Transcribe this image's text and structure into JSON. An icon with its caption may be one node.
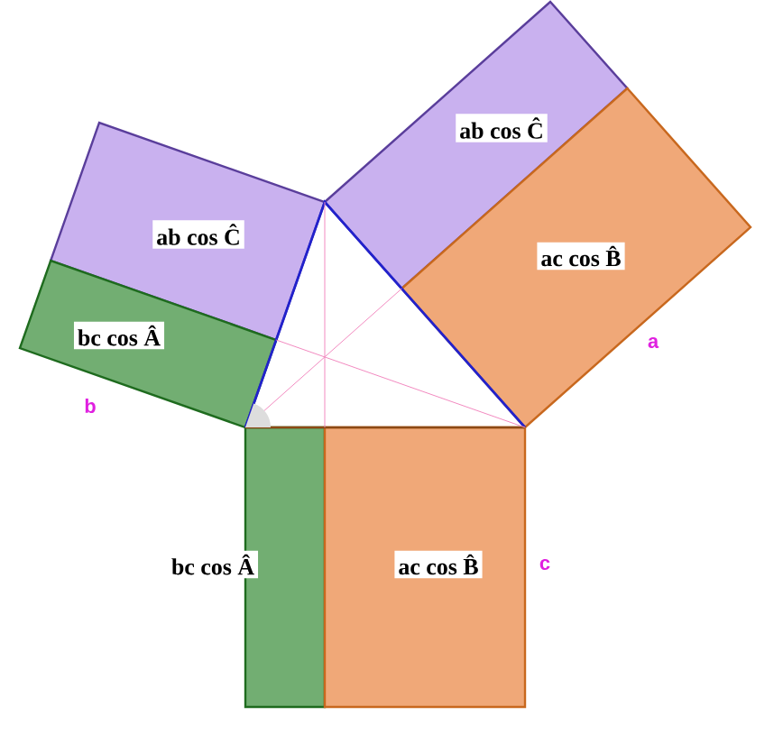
{
  "diagram": {
    "nodes": [
      {
        "text": [
          "ab cos Ĉ"
        ]
      },
      {
        "text": [
          "ab cos Ĉ"
        ]
      },
      {
        "text": [
          "ac cos B̂"
        ]
      },
      {
        "text": [
          "bc cos Â"
        ]
      },
      {
        "text": [
          "bc cos Â"
        ]
      },
      {
        "text": [
          "ac cos B̂"
        ]
      }
    ],
    "labels": [
      "a",
      "b",
      "c"
    ]
  }
}
